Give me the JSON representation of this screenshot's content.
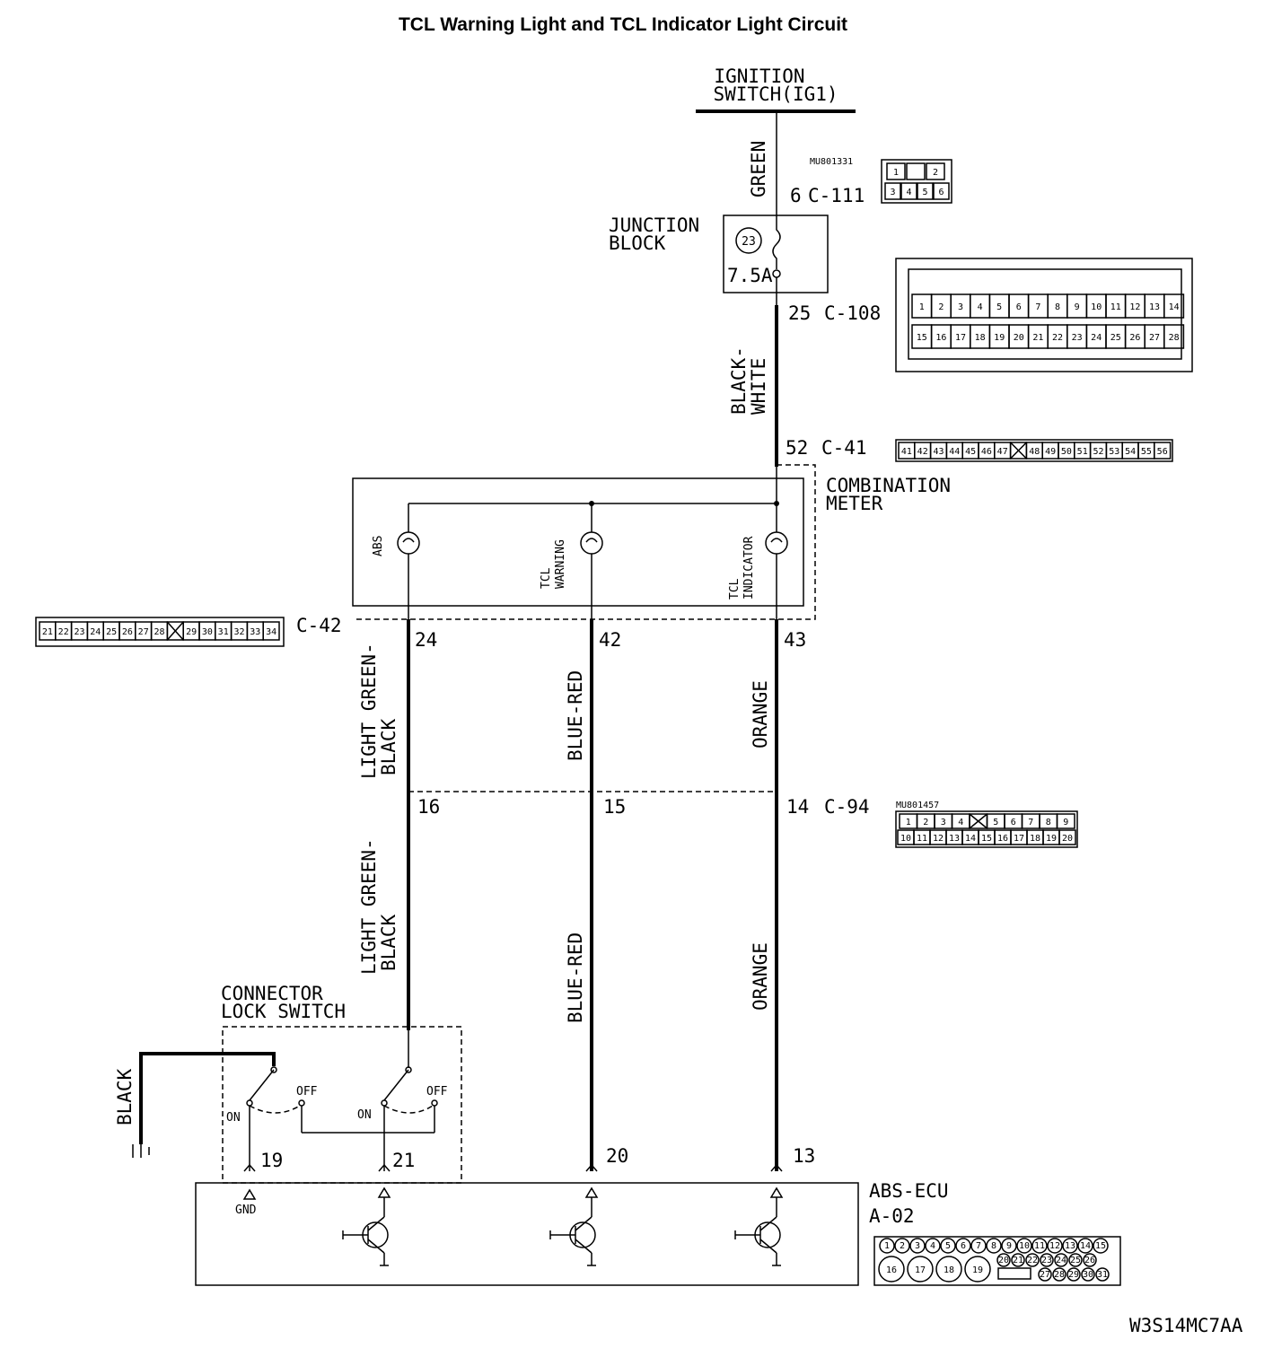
{
  "title": "TCL Warning Light and TCL Indicator Light Circuit",
  "ignition_switch": [
    "IGNITION",
    "SWITCH(IG1)"
  ],
  "wires": {
    "green": "GREEN",
    "black_white": [
      "BLACK-",
      "WHITE"
    ],
    "light_green_black_1": [
      "LIGHT GREEN-",
      "BLACK"
    ],
    "light_green_black_2": [
      "LIGHT GREEN-",
      "BLACK"
    ],
    "blue_red_1": "BLUE-RED",
    "blue_red_2": "BLUE-RED",
    "orange_1": "ORANGE",
    "orange_2": "ORANGE",
    "black": "BLACK"
  },
  "junction_block": {
    "label": [
      "JUNCTION",
      "BLOCK"
    ],
    "fuse_no": "23",
    "fuse_rating": "7.5A"
  },
  "connectors": {
    "c111": {
      "pin": "6",
      "name": "C-111",
      "part_no": "MU801331",
      "pins": [
        "1",
        "",
        "2",
        "3",
        "4",
        "5",
        "6"
      ]
    },
    "c108": {
      "pin": "25",
      "name": "C-108",
      "row1": [
        "1",
        "2",
        "3",
        "4",
        "5",
        "6",
        "7",
        "8",
        "9",
        "10",
        "11",
        "12",
        "13",
        "14"
      ],
      "row2": [
        "15",
        "16",
        "17",
        "18",
        "19",
        "20",
        "21",
        "22",
        "23",
        "24",
        "25",
        "26",
        "27",
        "28"
      ]
    },
    "c41": {
      "pin": "52",
      "name": "C-41",
      "pins": [
        "41",
        "42",
        "43",
        "44",
        "45",
        "46",
        "47",
        "",
        "48",
        "49",
        "50",
        "51",
        "52",
        "53",
        "54",
        "55",
        "56"
      ]
    },
    "c42": {
      "name": "C-42",
      "pins": [
        "21",
        "22",
        "23",
        "24",
        "25",
        "26",
        "27",
        "28",
        "",
        "29",
        "30",
        "31",
        "32",
        "33",
        "34"
      ],
      "pin_abs": "24",
      "pin_warning": "42",
      "pin_indicator": "43"
    },
    "c94": {
      "name": "C-94",
      "part_no": "MU801457",
      "row1": [
        "1",
        "2",
        "3",
        "4",
        "",
        "5",
        "6",
        "7",
        "8",
        "9"
      ],
      "row2": [
        "10",
        "11",
        "12",
        "13",
        "14",
        "15",
        "16",
        "17",
        "18",
        "19",
        "20"
      ],
      "pin_lgb": "16",
      "pin_br": "15",
      "pin_or": "14"
    }
  },
  "combination_meter": {
    "label": [
      "COMBINATION",
      "METER"
    ],
    "lamps": {
      "abs": "ABS",
      "tcl_warning": [
        "TCL",
        "WARNING"
      ],
      "tcl_indicator": [
        "TCL",
        "INDICATOR"
      ]
    }
  },
  "lock_switch": {
    "label": [
      "CONNECTOR",
      "LOCK SWITCH"
    ],
    "on": "ON",
    "off": "OFF"
  },
  "abs_ecu": {
    "label": [
      "ABS-ECU",
      "A-02"
    ],
    "pins": {
      "gnd": "19",
      "p21": "21",
      "p20": "20",
      "p13": "13"
    },
    "gnd_label": "GND",
    "conn_row1": [
      "1",
      "2",
      "3",
      "4",
      "5",
      "6",
      "7",
      "8",
      "9",
      "10",
      "11",
      "12",
      "13",
      "14",
      "15"
    ],
    "conn_big": [
      "16",
      "17",
      "18",
      "19"
    ],
    "conn_small1": [
      "20",
      "21",
      "22",
      "23",
      "24",
      "25",
      "26"
    ],
    "conn_small2": [
      "27",
      "28",
      "29",
      "30",
      "31"
    ]
  },
  "figure_code": "W3S14MC7AA"
}
